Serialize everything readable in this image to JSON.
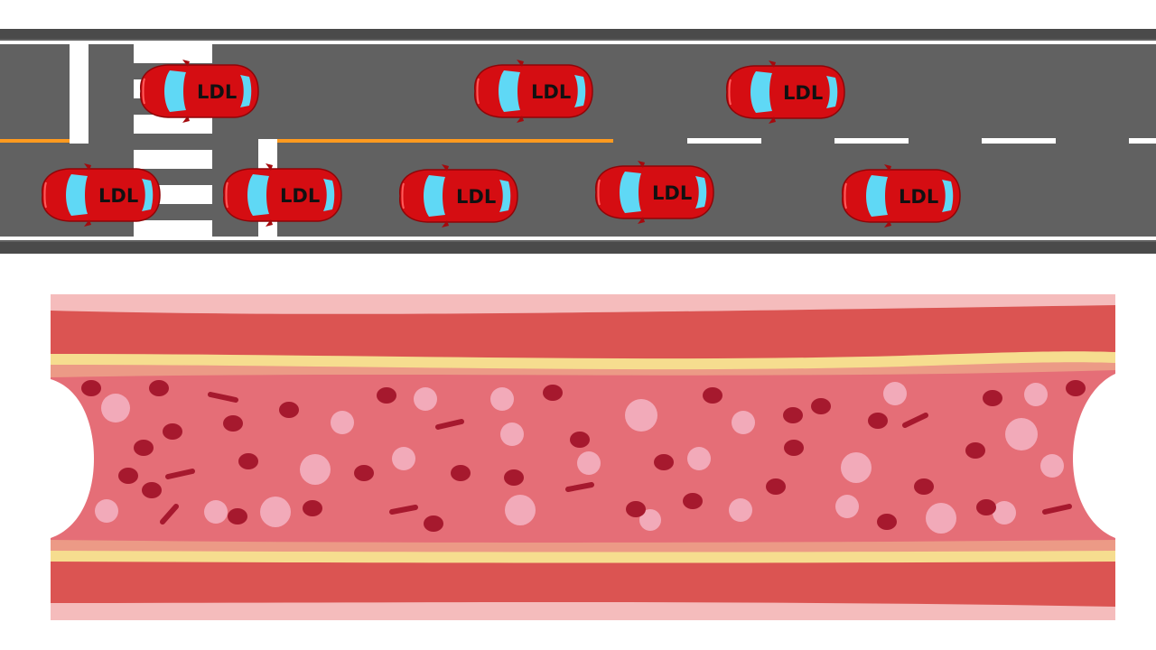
{
  "cars": [
    {
      "label": "LDL",
      "lane": "top"
    },
    {
      "label": "LDL",
      "lane": "top"
    },
    {
      "label": "LDL",
      "lane": "top"
    },
    {
      "label": "LDL",
      "lane": "bottom"
    },
    {
      "label": "LDL",
      "lane": "bottom"
    },
    {
      "label": "LDL",
      "lane": "bottom"
    },
    {
      "label": "LDL",
      "lane": "bottom"
    },
    {
      "label": "LDL",
      "lane": "bottom"
    }
  ],
  "colors": {
    "road": "#616161",
    "road_edge": "#4a4a4a",
    "lane_marking": "#ffffff",
    "center_line": "#ff9a1f",
    "car_body": "#d50d12",
    "car_glass": "#5fd8f5",
    "vessel_outer": "#f5bcbc",
    "vessel_wall": "#db5452",
    "vessel_intima": "#f6dd8f",
    "blood": "#e56e77",
    "red_cell": "#a6192e",
    "platelet": "#f2aab9"
  }
}
